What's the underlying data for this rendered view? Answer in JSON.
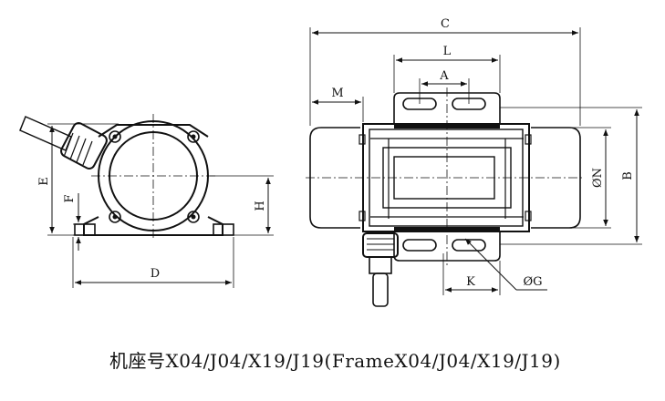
{
  "dimensions": {
    "c": "C",
    "l": "L",
    "a": "A",
    "m": "M",
    "n": "ØN",
    "b": "B",
    "k": "K",
    "g": "ØG",
    "e": "E",
    "f": "F",
    "h": "H",
    "d": "D"
  },
  "caption": "机座号X04/J04/X19/J19(FrameX04/J04/X19/J19)",
  "colors": {
    "line": "#111111",
    "background": "#ffffff"
  }
}
